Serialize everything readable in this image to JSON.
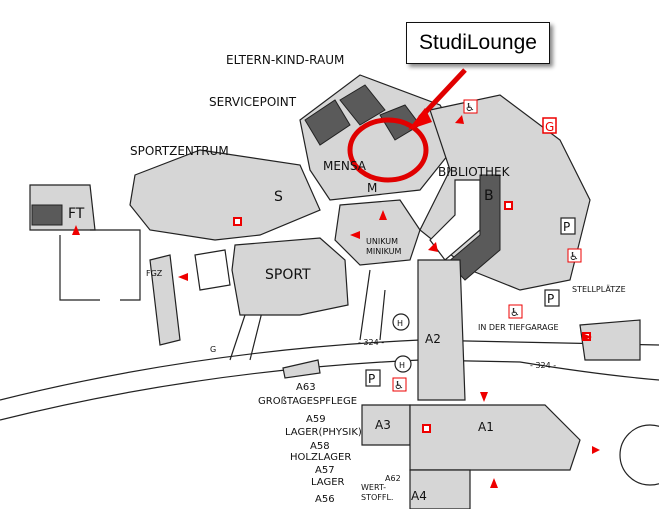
{
  "callout": {
    "label": "StudiLounge",
    "highlight_color": "#e00000"
  },
  "labels": {
    "eltern_kind_raum": "ELTERN-KIND-RAUM",
    "servicepoint": "SERVICEPOINT",
    "sportzentrum": "SPORTZENTRUM",
    "ft": "FT",
    "s": "S",
    "mensa": "MENSA",
    "m": "M",
    "bibliothek": "BIBLIOTHEK",
    "b": "B",
    "g1": "G",
    "g2": "G",
    "p1": "P",
    "p2": "P",
    "p3": "P",
    "unikum": "UNIKUM",
    "minikum": "MINIKUM",
    "sport": "SPORT",
    "fgz": "FGZ",
    "h1": "H",
    "h2": "H",
    "road1": "- 324 -",
    "road2": "- 324 -",
    "a2": "A2",
    "tiefgarage": "IN DER TIEFGARAGE",
    "stellplaetze": "STELLPLÄTZE",
    "a63": "A63",
    "grosstagespflege": "GROßTAGESPFLEGE",
    "a59": "A59",
    "lager_physik": "LAGER(PHYSIK)",
    "a58": "A58",
    "holzlager": "HOLZLAGER",
    "a57": "A57",
    "lager": "LAGER",
    "a56": "A56",
    "a3": "A3",
    "a1": "A1",
    "a62": "A62",
    "wertstoffl_1": "WERT-",
    "wertstoffl_2": "STOFFL.",
    "a4": "A4",
    "wheelchair": "♿"
  }
}
